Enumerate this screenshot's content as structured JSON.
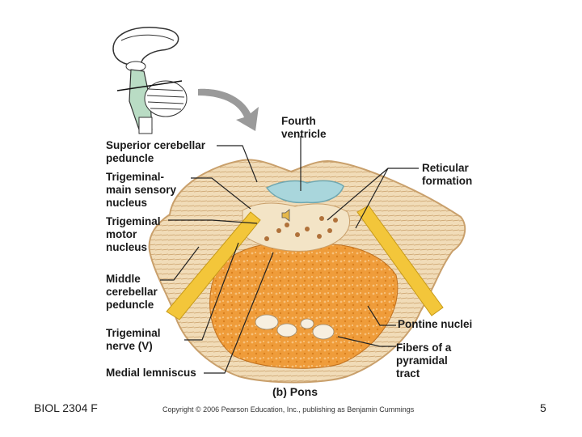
{
  "labels": {
    "fourth_ventricle": "Fourth\nventricle",
    "superior_cerebellar_peduncle": "Superior cerebellar\npeduncle",
    "trigeminal_main_sensory_nucleus": "Trigeminal-\nmain sensory\nnucleus",
    "trigeminal_motor_nucleus": "Trigeminal\nmotor\nnucleus",
    "middle_cerebellar_peduncle": "Middle\ncerebellar\npeduncle",
    "trigeminal_nerve": "Trigeminal\nnerve (V)",
    "medial_lemniscus": "Medial lemniscus",
    "reticular_formation": "Reticular\nformation",
    "pontine_nuclei": "Pontine nuclei",
    "fibers_pyramidal_tract": "Fibers of a\npyramidal\ntract",
    "caption": "(b) Pons"
  },
  "copyright": "Copyright © 2006 Pearson Education, Inc., publishing as Benjamin Cummings",
  "footer": {
    "course": "BIOL 2304 F",
    "page_number": "5"
  },
  "colors": {
    "tissue": "#f1dcb8",
    "tissue_edge": "#c9a06c",
    "ventricle": "#a9d6dc",
    "orange_core": "#ef9c3a",
    "nerve_yellow": "#f3c63a",
    "arrow_gray": "#9a9a9a",
    "brainstem_green": "#b9dcc4"
  },
  "icons": [
    "speaker-icon",
    "arrow-icon"
  ]
}
